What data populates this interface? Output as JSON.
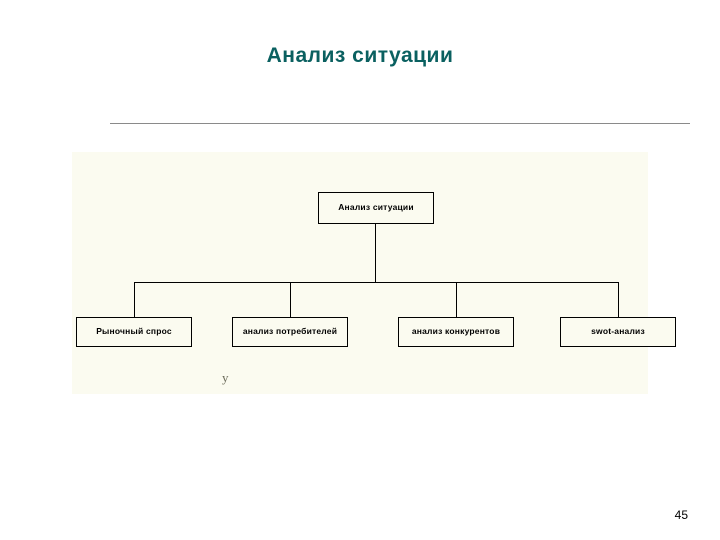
{
  "slide": {
    "title": "Анализ ситуации",
    "page_number": "45"
  },
  "diagram": {
    "type": "tree",
    "root": {
      "label": "Анализ ситуации"
    },
    "children": [
      {
        "label": "Рыночный спрос"
      },
      {
        "label": "анализ потребителей"
      },
      {
        "label": "анализ конкурентов"
      },
      {
        "label": "swot-анализ"
      }
    ],
    "stray_mark": "у",
    "colors": {
      "title": "#0a6060",
      "canvas": "#fbfbf0",
      "line": "#000000",
      "rule": "#8a8a8a"
    }
  }
}
